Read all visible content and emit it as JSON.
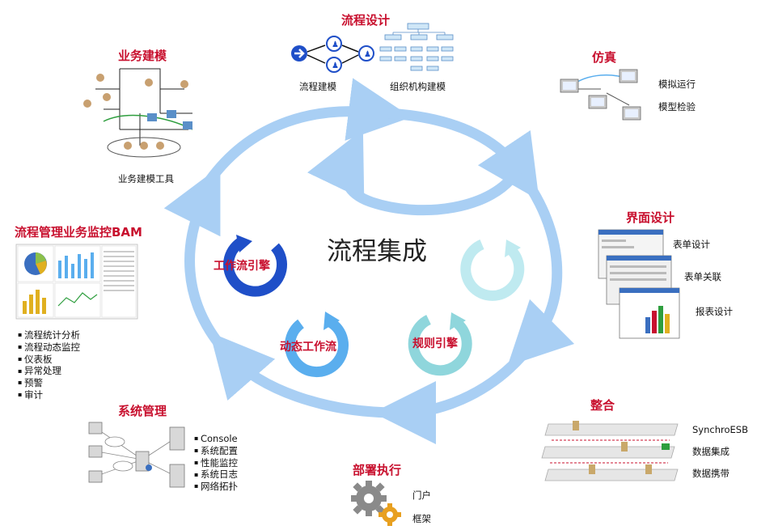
{
  "center": {
    "title": "流程集成"
  },
  "engines": {
    "workflow": "工作流引擎",
    "dynamic": "动态工作流",
    "rules": "规则引擎"
  },
  "sections": {
    "process_design": {
      "title": "流程设计",
      "items": [
        "流程建模",
        "组织机构建模"
      ]
    },
    "business_modeling": {
      "title": "业务建模",
      "items": [
        "业务建模工具"
      ]
    },
    "simulation": {
      "title": "仿真",
      "items": [
        "模拟运行",
        "模型检验"
      ]
    },
    "ui_design": {
      "title": "界面设计",
      "items": [
        "表单设计",
        "表单关联",
        "报表设计"
      ]
    },
    "integration": {
      "title": "整合",
      "items": [
        "SynchroESB",
        "数据集成",
        "数据携带"
      ]
    },
    "deployment": {
      "title": "部署执行",
      "items": [
        "门户",
        "框架"
      ]
    },
    "system_mgmt": {
      "title": "系统管理",
      "items": [
        "Console",
        "系统配置",
        "性能监控",
        "系统日志",
        "网络拓扑"
      ]
    },
    "bam": {
      "title": "流程管理业务监控BAM",
      "items": [
        "流程统计分析",
        "流程动态监控",
        "仪表板",
        "异常处理",
        "预警",
        "审计"
      ]
    }
  },
  "colors": {
    "heading": "#c8102e",
    "arrow": "#a9cff4",
    "workflow_ring": "#1f4fc8",
    "dynamic_ring": "#5aaeee",
    "rules_ring": "#8fd6dc",
    "empty_ring": "#bfeaf0"
  }
}
